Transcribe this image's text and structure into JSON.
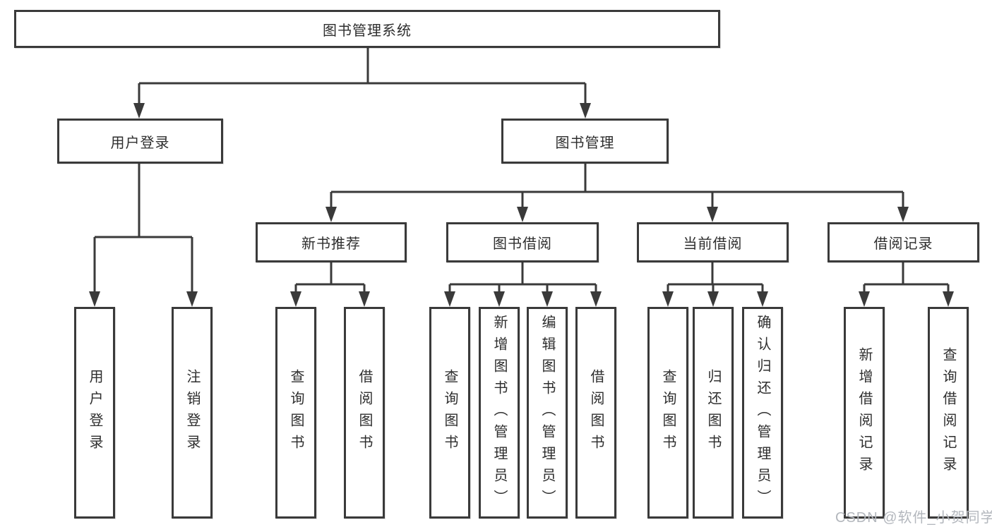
{
  "nodes": {
    "root": "图书管理系统",
    "user_login": "用户登录",
    "book_mgmt": "图书管理",
    "new_books": "新书推荐",
    "book_borrow": "图书借阅",
    "current_borrow": "当前借阅",
    "borrow_records": "借阅记录",
    "ul_user_login": "用户登录",
    "ul_logout": "注销登录",
    "nb_query_books": "查询图书",
    "nb_borrow_books": "借阅图书",
    "bb_query_books": "查询图书",
    "bb_add_books_admin": "新增图书（管理员）",
    "bb_edit_books_admin": "编辑图书（管理员）",
    "bb_borrow_books": "借阅图书",
    "cb_query_books": "查询图书",
    "cb_return_books": "归还图书",
    "cb_confirm_return_admin": "确认归还（管理员）",
    "br_add_record": "新增借阅记录",
    "br_query_record": "查询借阅记录"
  },
  "watermark": "CSDN @软件_小贺同学",
  "colors": {
    "line": "#3a3a3a",
    "box_border": "#3a3a3a",
    "text": "#2e2e2e",
    "watermark": "#b3b7bd",
    "background": "#ffffff"
  }
}
